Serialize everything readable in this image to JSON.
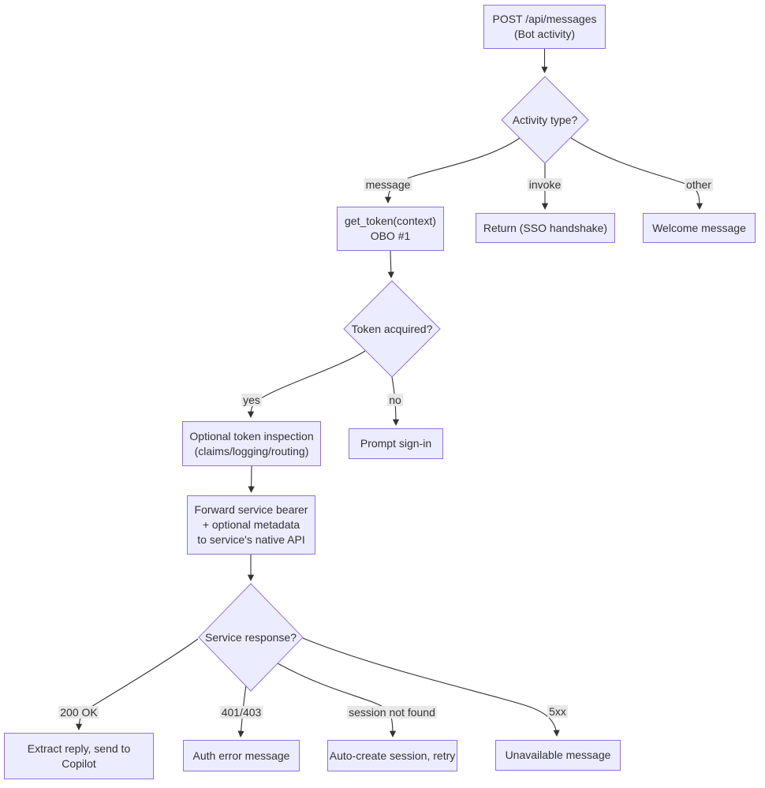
{
  "colors": {
    "node_fill": "#ECECFF",
    "node_border": "#9370DB",
    "edge": "#333333",
    "label_bg": "#e8e8e8",
    "text": "#333333",
    "bg": "#ffffff"
  },
  "nodes": {
    "post": {
      "line1": "POST /api/messages",
      "line2": "(Bot activity)"
    },
    "activity": {
      "label": "Activity type?"
    },
    "get_token": {
      "line1": "get_token(context)",
      "line2": "OBO #1"
    },
    "return_sso": {
      "label": "Return (SSO handshake)"
    },
    "welcome": {
      "label": "Welcome message"
    },
    "token_acquired": {
      "label": "Token acquired?"
    },
    "optional_inspection": {
      "line1": "Optional token inspection",
      "line2": "(claims/logging/routing)"
    },
    "prompt_signin": {
      "label": "Prompt sign-in"
    },
    "forward": {
      "line1": "Forward service bearer",
      "line2": "+ optional metadata",
      "line3": "to service's native API"
    },
    "service_response": {
      "label": "Service response?"
    },
    "extract_reply": {
      "line1": "Extract reply, send to",
      "line2": "Copilot"
    },
    "auth_error": {
      "label": "Auth error message"
    },
    "auto_create": {
      "label": "Auto-create session, retry"
    },
    "unavailable": {
      "label": "Unavailable message"
    }
  },
  "edge_labels": {
    "message": "message",
    "invoke": "invoke",
    "other": "other",
    "yes": "yes",
    "no": "no",
    "ok200": "200 OK",
    "e401": "401/403",
    "session_not_found": "session not found",
    "e5xx": "5xx"
  }
}
